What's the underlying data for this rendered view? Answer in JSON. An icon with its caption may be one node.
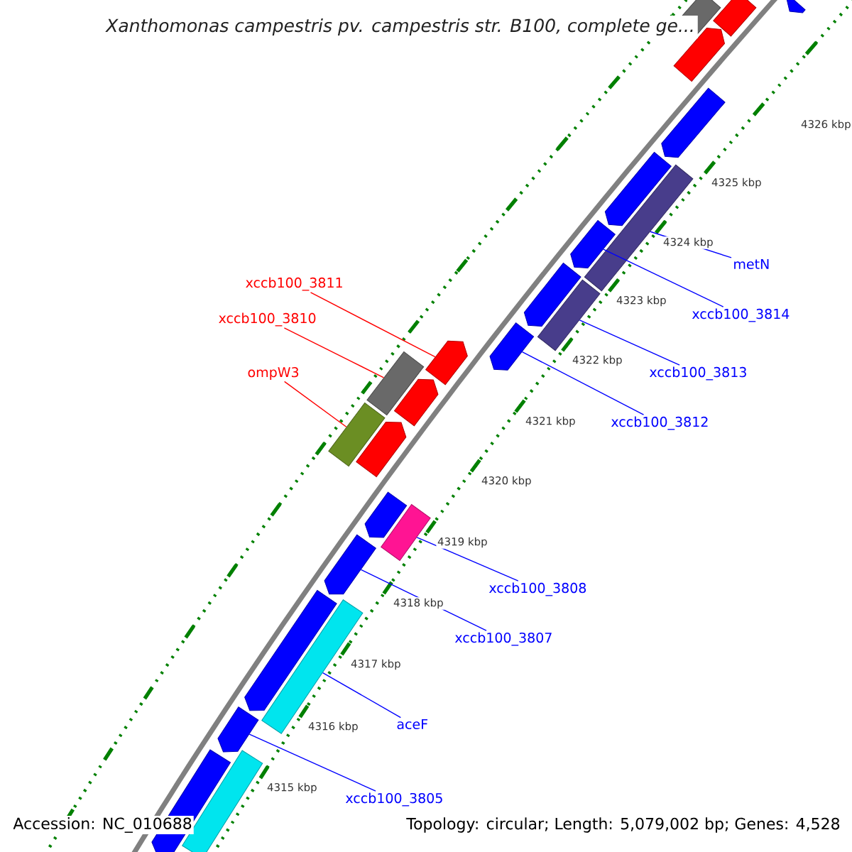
{
  "diagram": {
    "title": "Xanthomonas campestris pv. campestris str. B100, complete ge...",
    "nodes": [
      {
        "text": [
          "metN"
        ]
      },
      {
        "text": [
          "xccb100_3811"
        ]
      },
      {
        "text": [
          "xccb100_3814"
        ]
      },
      {
        "text": [
          "xccb100_3810"
        ]
      },
      {
        "text": [
          "xccb100_3813"
        ]
      },
      {
        "text": [
          "ompW3"
        ]
      },
      {
        "text": [
          "xccb100_3812"
        ]
      },
      {
        "text": [
          "xccb100_3808"
        ]
      },
      {
        "text": [
          "xccb100_3807"
        ]
      },
      {
        "text": [
          "aceF"
        ]
      },
      {
        "text": [
          "xccb100_3805"
        ]
      },
      {
        "text": [],
        "shape": "bar"
      },
      {
        "text": [],
        "shape": "bar"
      },
      {
        "text": [],
        "shape": "pentagon"
      },
      {
        "text": [],
        "shape": "pentagon"
      },
      {
        "text": [],
        "shape": "pentagon"
      },
      {
        "text": [],
        "shape": "pentagon"
      },
      {
        "text": [],
        "shape": "bar"
      },
      {
        "text": [],
        "shape": "pentagon"
      },
      {
        "text": [],
        "shape": "pentagon"
      },
      {
        "text": [],
        "shape": "bar"
      },
      {
        "text": [],
        "shape": "pentagon"
      },
      {
        "text": [],
        "shape": "pentagon"
      },
      {
        "text": [],
        "shape": "bar"
      },
      {
        "text": [],
        "shape": "pentagon"
      },
      {
        "text": [],
        "shape": "bar"
      },
      {
        "text": [],
        "shape": "pentagon"
      },
      {
        "text": [],
        "shape": "pentagon"
      },
      {
        "text": [],
        "shape": "bar"
      },
      {
        "text": [],
        "shape": "pentagon"
      },
      {
        "text": [],
        "shape": "pentagon"
      },
      {
        "text": [],
        "shape": "bar"
      },
      {
        "text": [],
        "shape": "pentagon"
      },
      {
        "text": [],
        "shape": "pentagon"
      },
      {
        "text": [],
        "shape": "bar"
      }
    ],
    "edges": [
      {
        "from": 0,
        "to": 17,
        "arrow": "none"
      },
      {
        "from": 1,
        "to": 22,
        "arrow": "none",
        "color": "#ff0000"
      },
      {
        "from": 2,
        "to": 18,
        "arrow": "none"
      },
      {
        "from": 3,
        "to": 23,
        "arrow": "none",
        "color": "#ff0000"
      },
      {
        "from": 4,
        "to": 20,
        "arrow": "none"
      },
      {
        "from": 5,
        "to": 25,
        "arrow": "none",
        "color": "#ff0000"
      },
      {
        "from": 6,
        "to": 21,
        "arrow": "none"
      },
      {
        "from": 7,
        "to": 28,
        "arrow": "none"
      },
      {
        "from": 8,
        "to": 29,
        "arrow": "none"
      },
      {
        "from": 9,
        "to": 31,
        "arrow": "none"
      },
      {
        "from": 10,
        "to": 32,
        "arrow": "none"
      }
    ],
    "labels": [
      "4326 kbp",
      "4325 kbp",
      "4324 kbp",
      "4323 kbp",
      "4322 kbp",
      "4321 kbp",
      "4320 kbp",
      "4319 kbp",
      "4318 kbp",
      "4317 kbp",
      "4316 kbp",
      "4315 kbp",
      "Accession: NC_010688",
      "Topology: circular; Length: 5,079,002 bp; Genes: 4,528"
    ]
  }
}
